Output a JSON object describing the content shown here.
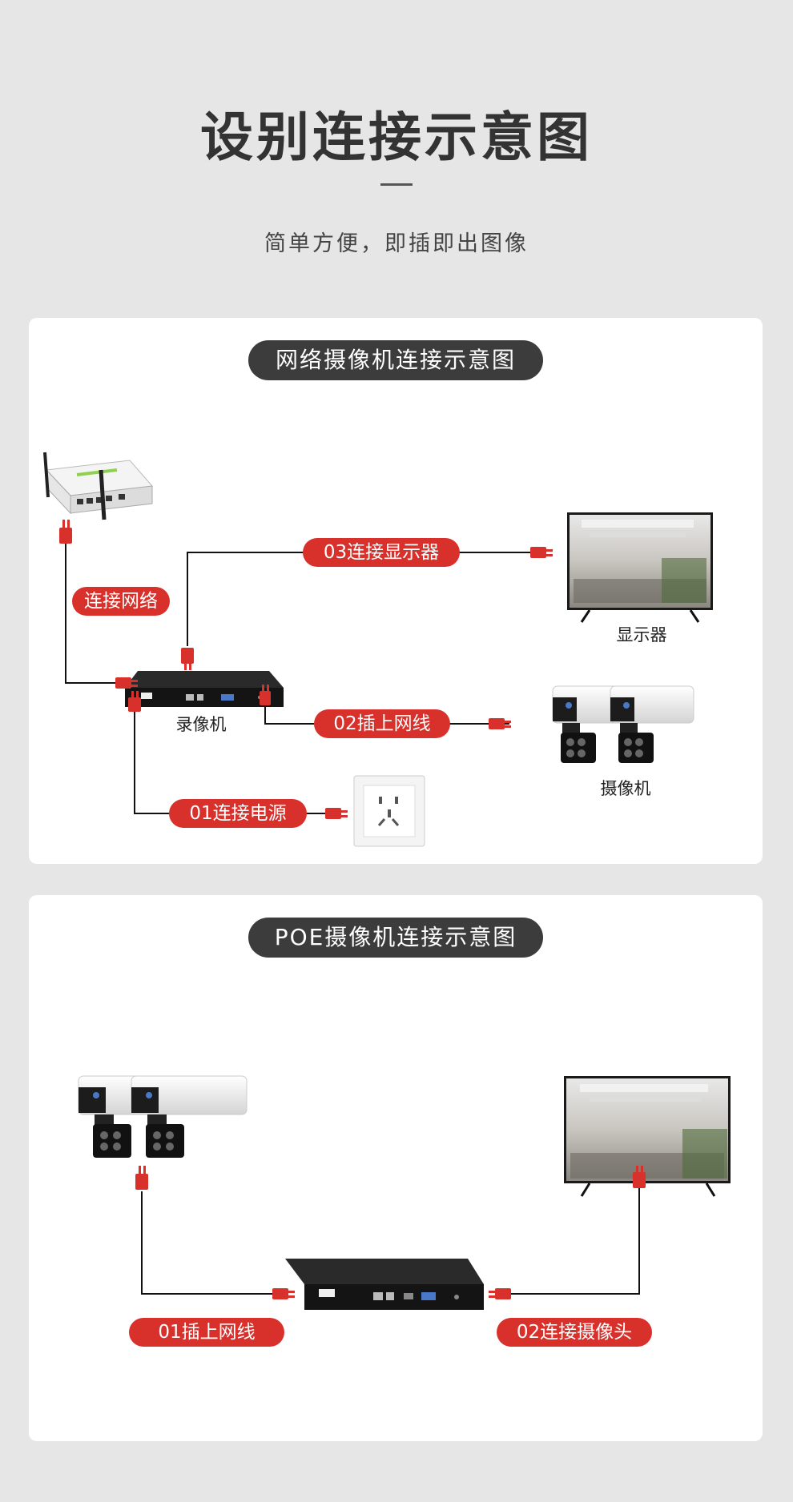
{
  "header": {
    "title": "设别连接示意图",
    "subtitle": "简单方便，即插即出图像"
  },
  "diagram1": {
    "heading": "网络摄像机连接示意图",
    "labels": {
      "network": "连接网络",
      "display": "03连接显示器",
      "lan": "02插上网线",
      "power": "01连接电源"
    },
    "devices": {
      "recorder": "录像机",
      "monitor": "显示器",
      "camera": "摄像机"
    }
  },
  "diagram2": {
    "heading": "POE摄像机连接示意图",
    "labels": {
      "lan": "01插上网线",
      "camera": "02连接摄像头"
    }
  },
  "colors": {
    "accent": "#d8302b",
    "pill_dark": "#3c3c3c",
    "background": "#e6e6e6"
  }
}
